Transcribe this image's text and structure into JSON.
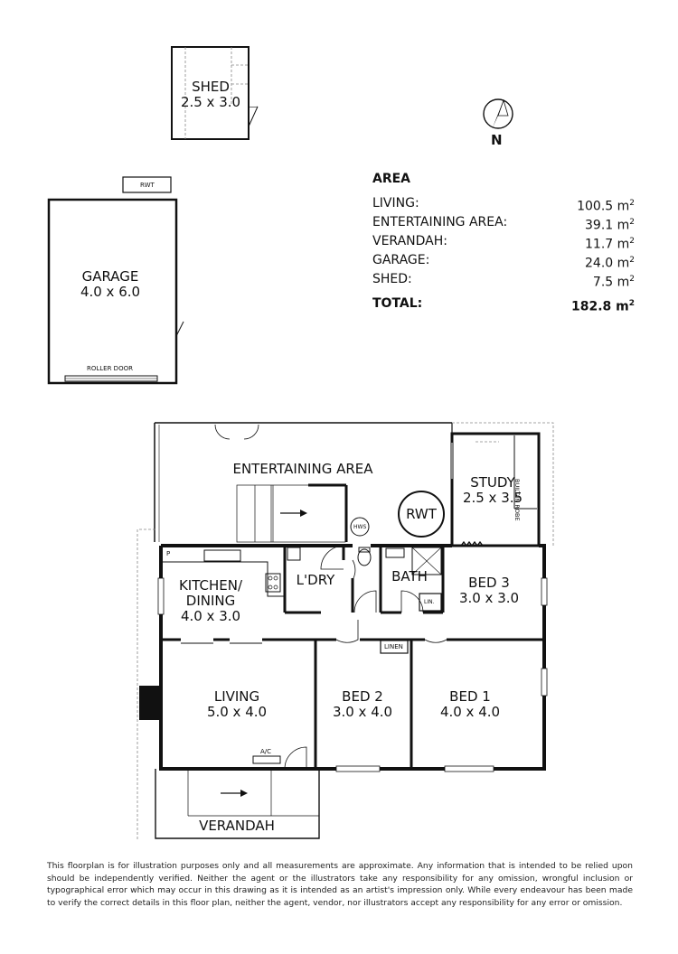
{
  "shed": {
    "name": "SHED",
    "size": "2.5 x 3.0"
  },
  "rwt_tank_label": "RWT",
  "garage": {
    "name": "GARAGE",
    "size": "4.0 x 6.0",
    "door_label": "ROLLER DOOR"
  },
  "north": {
    "label": "N"
  },
  "area": {
    "heading": "AREA",
    "rows": [
      {
        "label": "LIVING:",
        "value": "100.5 m",
        "unit_sup": "2"
      },
      {
        "label": "ENTERTAINING AREA:",
        "value": "39.1 m",
        "unit_sup": "2"
      },
      {
        "label": "VERANDAH:",
        "value": "11.7 m",
        "unit_sup": "2"
      },
      {
        "label": "GARAGE:",
        "value": "24.0 m",
        "unit_sup": "2"
      },
      {
        "label": "SHED:",
        "value": "7.5 m",
        "unit_sup": "2"
      }
    ],
    "total": {
      "label": "TOTAL:",
      "value": "182.8 m",
      "unit_sup": "2"
    }
  },
  "rooms": {
    "entertaining": {
      "name": "ENTERTAINING AREA"
    },
    "rwt": {
      "name": "RWT"
    },
    "hws": {
      "name": "HWS"
    },
    "study": {
      "name": "STUDY",
      "size": "2.5 x 3.5"
    },
    "built_in_robe": {
      "name": "BUILT-IN ROBE"
    },
    "kitchen": {
      "name": "KITCHEN/",
      "name2": "DINING",
      "size": "4.0 x 3.0"
    },
    "pantry": {
      "name": "P"
    },
    "laundry": {
      "name": "L'DRY"
    },
    "bath": {
      "name": "BATH"
    },
    "lin": {
      "name": "LIN."
    },
    "bed3": {
      "name": "BED 3",
      "size": "3.0 x 3.0"
    },
    "linen": {
      "name": "LINEN"
    },
    "living": {
      "name": "LIVING",
      "size": "5.0 x 4.0"
    },
    "ac": {
      "name": "A/C"
    },
    "bed2": {
      "name": "BED 2",
      "size": "3.0 x 4.0"
    },
    "bed1": {
      "name": "BED 1",
      "size": "4.0 x 4.0"
    },
    "verandah": {
      "name": "VERANDAH"
    }
  },
  "disclaimer": "This floorplan is for illustration purposes only and all measurements are approximate. Any information that is intended to be relied upon should be independently verified. Neither the agent or the illustrators take any responsibility for any omission, wrongful inclusion or typographical error which may occur in this drawing as it is intended as an artist's impression only. While every endeavour has been made to verify the correct details in this floor plan, neither the agent, vendor, nor illustrators accept any responsibility for any error or omission."
}
